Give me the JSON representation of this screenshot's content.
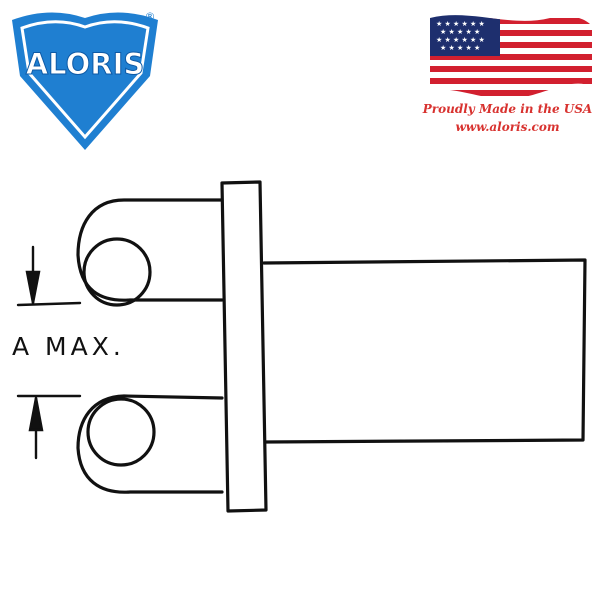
{
  "brand": {
    "logo_text": "ALORIS",
    "registered_mark": "®",
    "logo_icon": "aloris-shield-logo",
    "logo_color": "#1f7fd1",
    "logo_dark": "#0e5aa6"
  },
  "origin": {
    "flag_icon": "us-flag-icon",
    "tagline": "Proudly Made in the USA",
    "website": "www.aloris.com",
    "tagline_color": "#d8322f"
  },
  "diagram": {
    "dimension_label": "A MAX.",
    "line_color": "#111111"
  }
}
